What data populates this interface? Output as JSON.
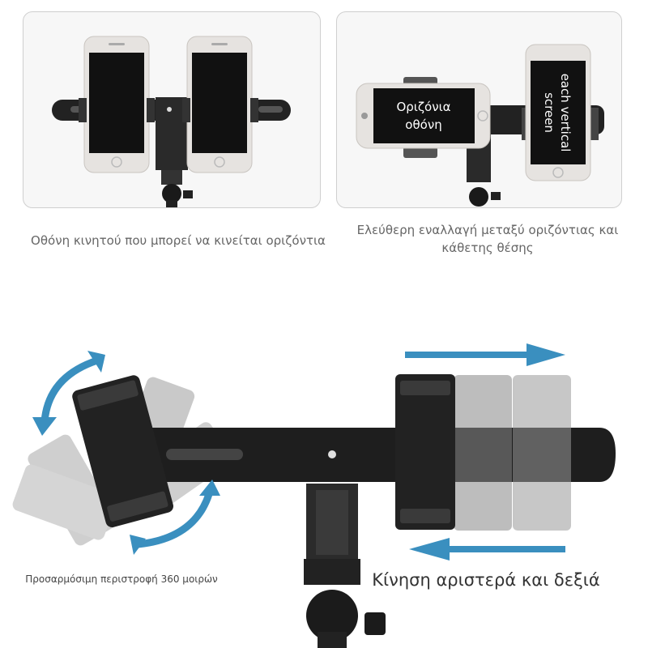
{
  "captions": {
    "horizontal_move": "Οθόνη κινητού που μπορεί να κινείται οριζόντια",
    "switch_orientation": "Ελεύθερη εναλλαγή μεταξύ οριζόντιας και κάθετης θέσης",
    "rotation": "Προσαρμόσιμη περιστροφή 360 μοιρών",
    "left_right": "Κίνηση αριστερά και δεξιά"
  },
  "phone_labels": {
    "horizontal_screen": [
      "Οριζόνια",
      "οθόνη"
    ],
    "vertical_screen": [
      "each vertical",
      "screen"
    ]
  },
  "colors": {
    "arrow_blue": "#3a8fbf",
    "bracket_black": "#1e1e1e",
    "phone_silver": "#e6e3e0"
  }
}
